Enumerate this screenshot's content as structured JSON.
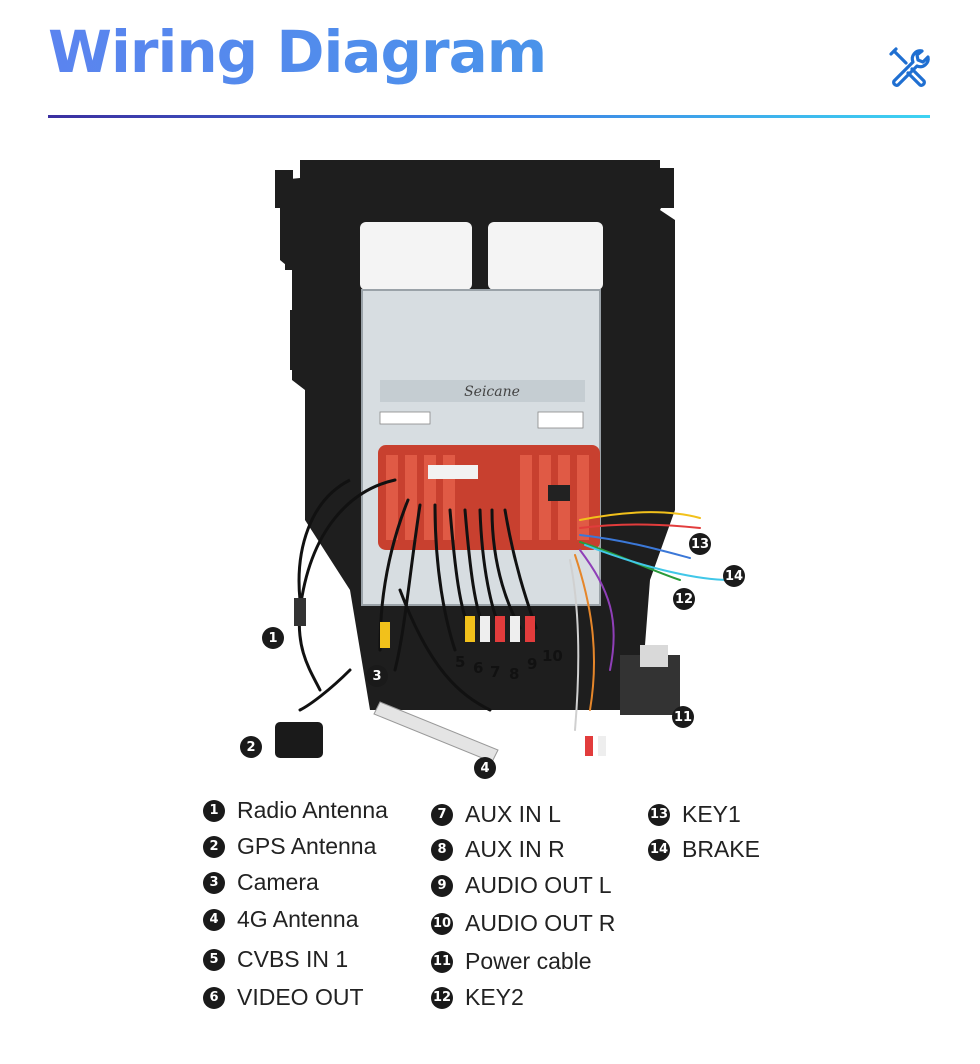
{
  "header": {
    "title": "Wiring Diagram",
    "icon": "tools-icon"
  },
  "photo": {
    "brand": "Seicane"
  },
  "callouts": [
    {
      "num": "1"
    },
    {
      "num": "2"
    },
    {
      "num": "3"
    },
    {
      "num": "4"
    },
    {
      "num": "5"
    },
    {
      "num": "6"
    },
    {
      "num": "7"
    },
    {
      "num": "8"
    },
    {
      "num": "9"
    },
    {
      "num": "10"
    },
    {
      "num": "11"
    },
    {
      "num": "12"
    },
    {
      "num": "13"
    },
    {
      "num": "14"
    }
  ],
  "legend": [
    {
      "num": "1",
      "label": "Radio Antenna"
    },
    {
      "num": "2",
      "label": "GPS Antenna"
    },
    {
      "num": "3",
      "label": "Camera"
    },
    {
      "num": "4",
      "label": "4G Antenna"
    },
    {
      "num": "5",
      "label": "CVBS IN 1"
    },
    {
      "num": "6",
      "label": "VIDEO OUT"
    },
    {
      "num": "7",
      "label": "AUX IN L"
    },
    {
      "num": "8",
      "label": "AUX IN R"
    },
    {
      "num": "9",
      "label": "AUDIO OUT L"
    },
    {
      "num": "10",
      "label": "AUDIO OUT R"
    },
    {
      "num": "11",
      "label": "Power cable"
    },
    {
      "num": "12",
      "label": "KEY2"
    },
    {
      "num": "13",
      "label": "KEY1"
    },
    {
      "num": "14",
      "label": "BRAKE"
    }
  ],
  "colors": {
    "title": "#5a86ee",
    "rule_start": "#3b2fa0",
    "rule_end": "#3dd3f2",
    "badge": "#1a1a1a",
    "harness": "#c8402f"
  }
}
